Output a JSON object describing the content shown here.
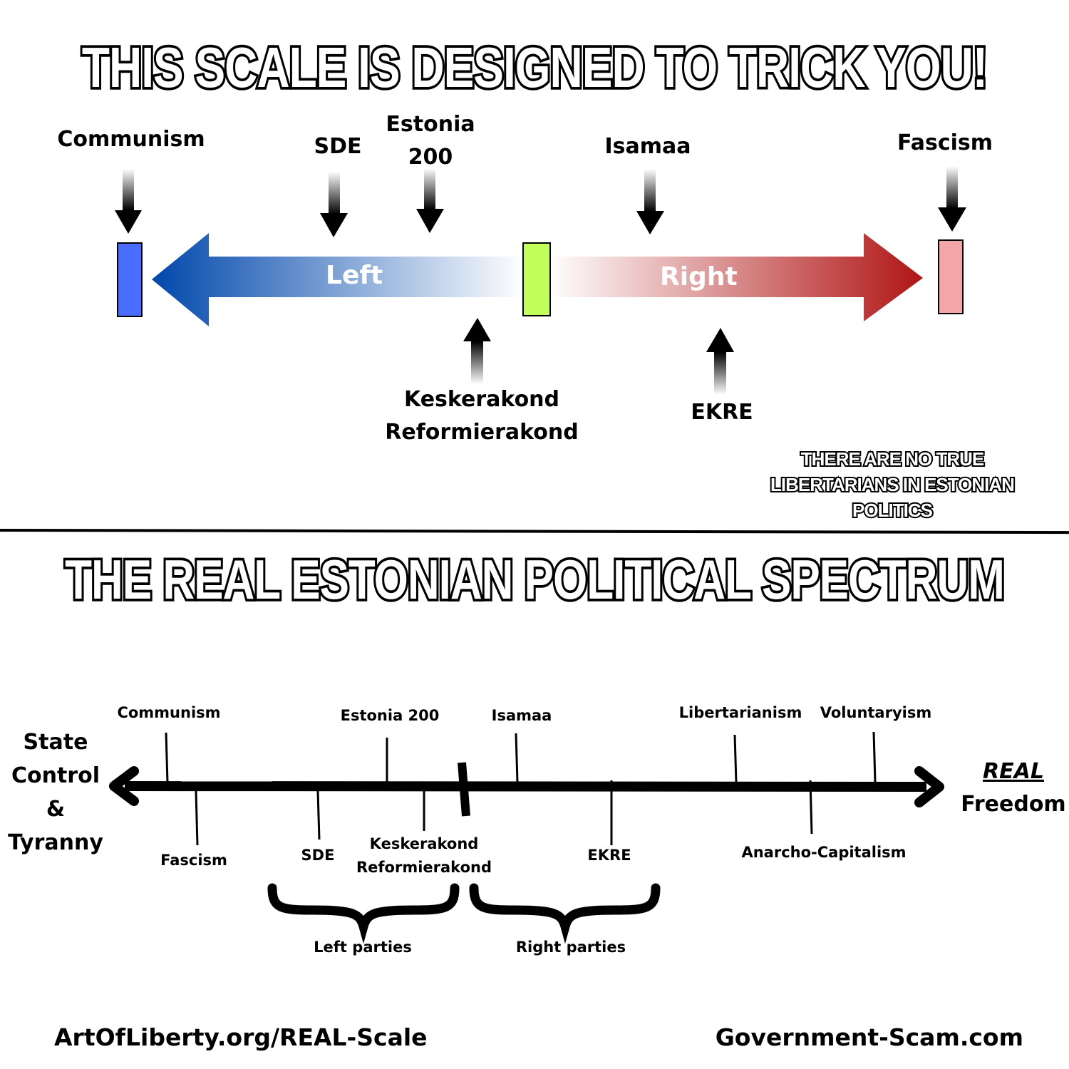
{
  "top": {
    "title": "THIS SCALE IS DESIGNED TO TRICK YOU!",
    "left_label": "Left",
    "right_label": "Right",
    "above": {
      "communism": "Communism",
      "sde": "SDE",
      "estonia200_line1": "Estonia",
      "estonia200_line2": "200",
      "isamaa": "Isamaa",
      "fascism": "Fascism"
    },
    "below": {
      "keskerakond": "Keskerakond",
      "reformierakond": "Reformierakond",
      "ekre": "EKRE"
    },
    "note_line1": "THERE ARE NO TRUE",
    "note_line2": "LIBERTARIANS IN ESTONIAN",
    "note_line3": "POLITICS",
    "colors": {
      "left_blue": "#0047ab",
      "right_red": "#b22222",
      "communism_box": "#4a6cff",
      "center_box": "#c3ff5b",
      "fascism_box": "#f4a6a6"
    }
  },
  "bottom": {
    "title": "THE REAL ESTONIAN POLITICAL SPECTRUM",
    "left_end_line1": "State",
    "left_end_line2": "Control",
    "left_end_line3": "&",
    "left_end_line4": "Tyranny",
    "right_end_line1": "REAL",
    "right_end_line2": "Freedom",
    "above": {
      "communism": "Communism",
      "estonia200": "Estonia 200",
      "isamaa": "Isamaa",
      "libertarianism": "Libertarianism",
      "voluntaryism": "Voluntaryism"
    },
    "below": {
      "fascism": "Fascism",
      "sde": "SDE",
      "keskerakond": "Keskerakond",
      "reformierakond": "Reformierakond",
      "ekre": "EKRE",
      "anarcho_capitalism": "Anarcho-Capitalism"
    },
    "brace_left": "Left parties",
    "brace_right": "Right parties"
  },
  "footer": {
    "left": "ArtOfLiberty.org/REAL-Scale",
    "right": "Government-Scam.com"
  }
}
